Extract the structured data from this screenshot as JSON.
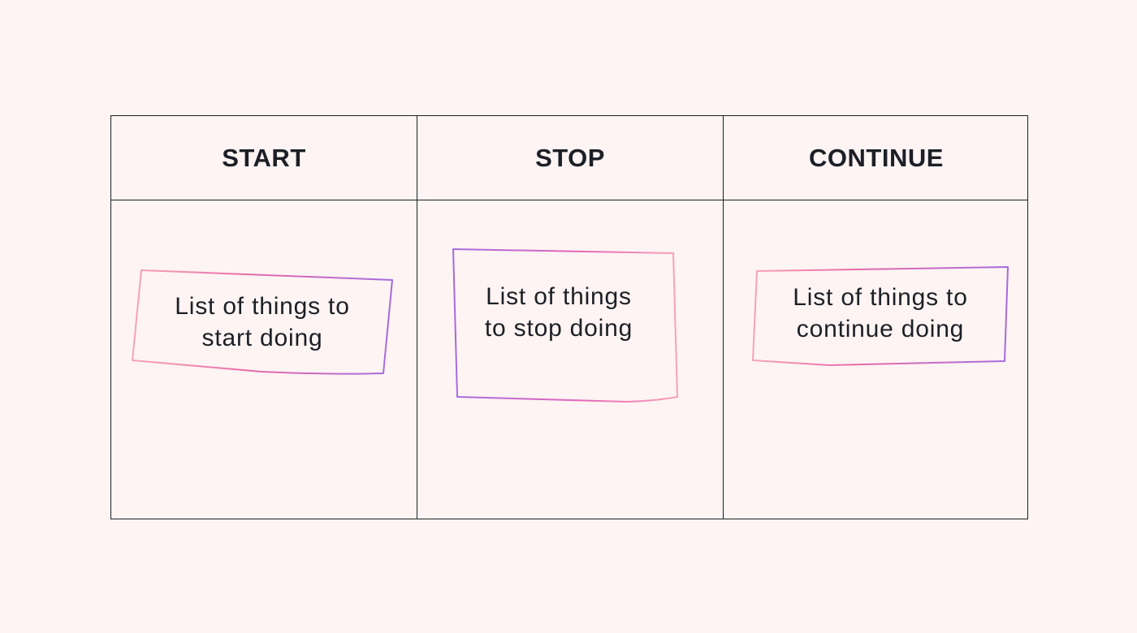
{
  "columns": [
    {
      "header": "START",
      "note": "List of things to\nstart doing"
    },
    {
      "header": "STOP",
      "note": "List of things\nto stop doing"
    },
    {
      "header": "CONTINUE",
      "note": "List of things to\ncontinue doing"
    }
  ],
  "colors": {
    "background": "#FEF4F3",
    "line": "#1C1F26",
    "note_gradient_pink": "#F8A3BA",
    "note_gradient_magenta": "#E465B8",
    "note_gradient_purple": "#A46BE0"
  }
}
